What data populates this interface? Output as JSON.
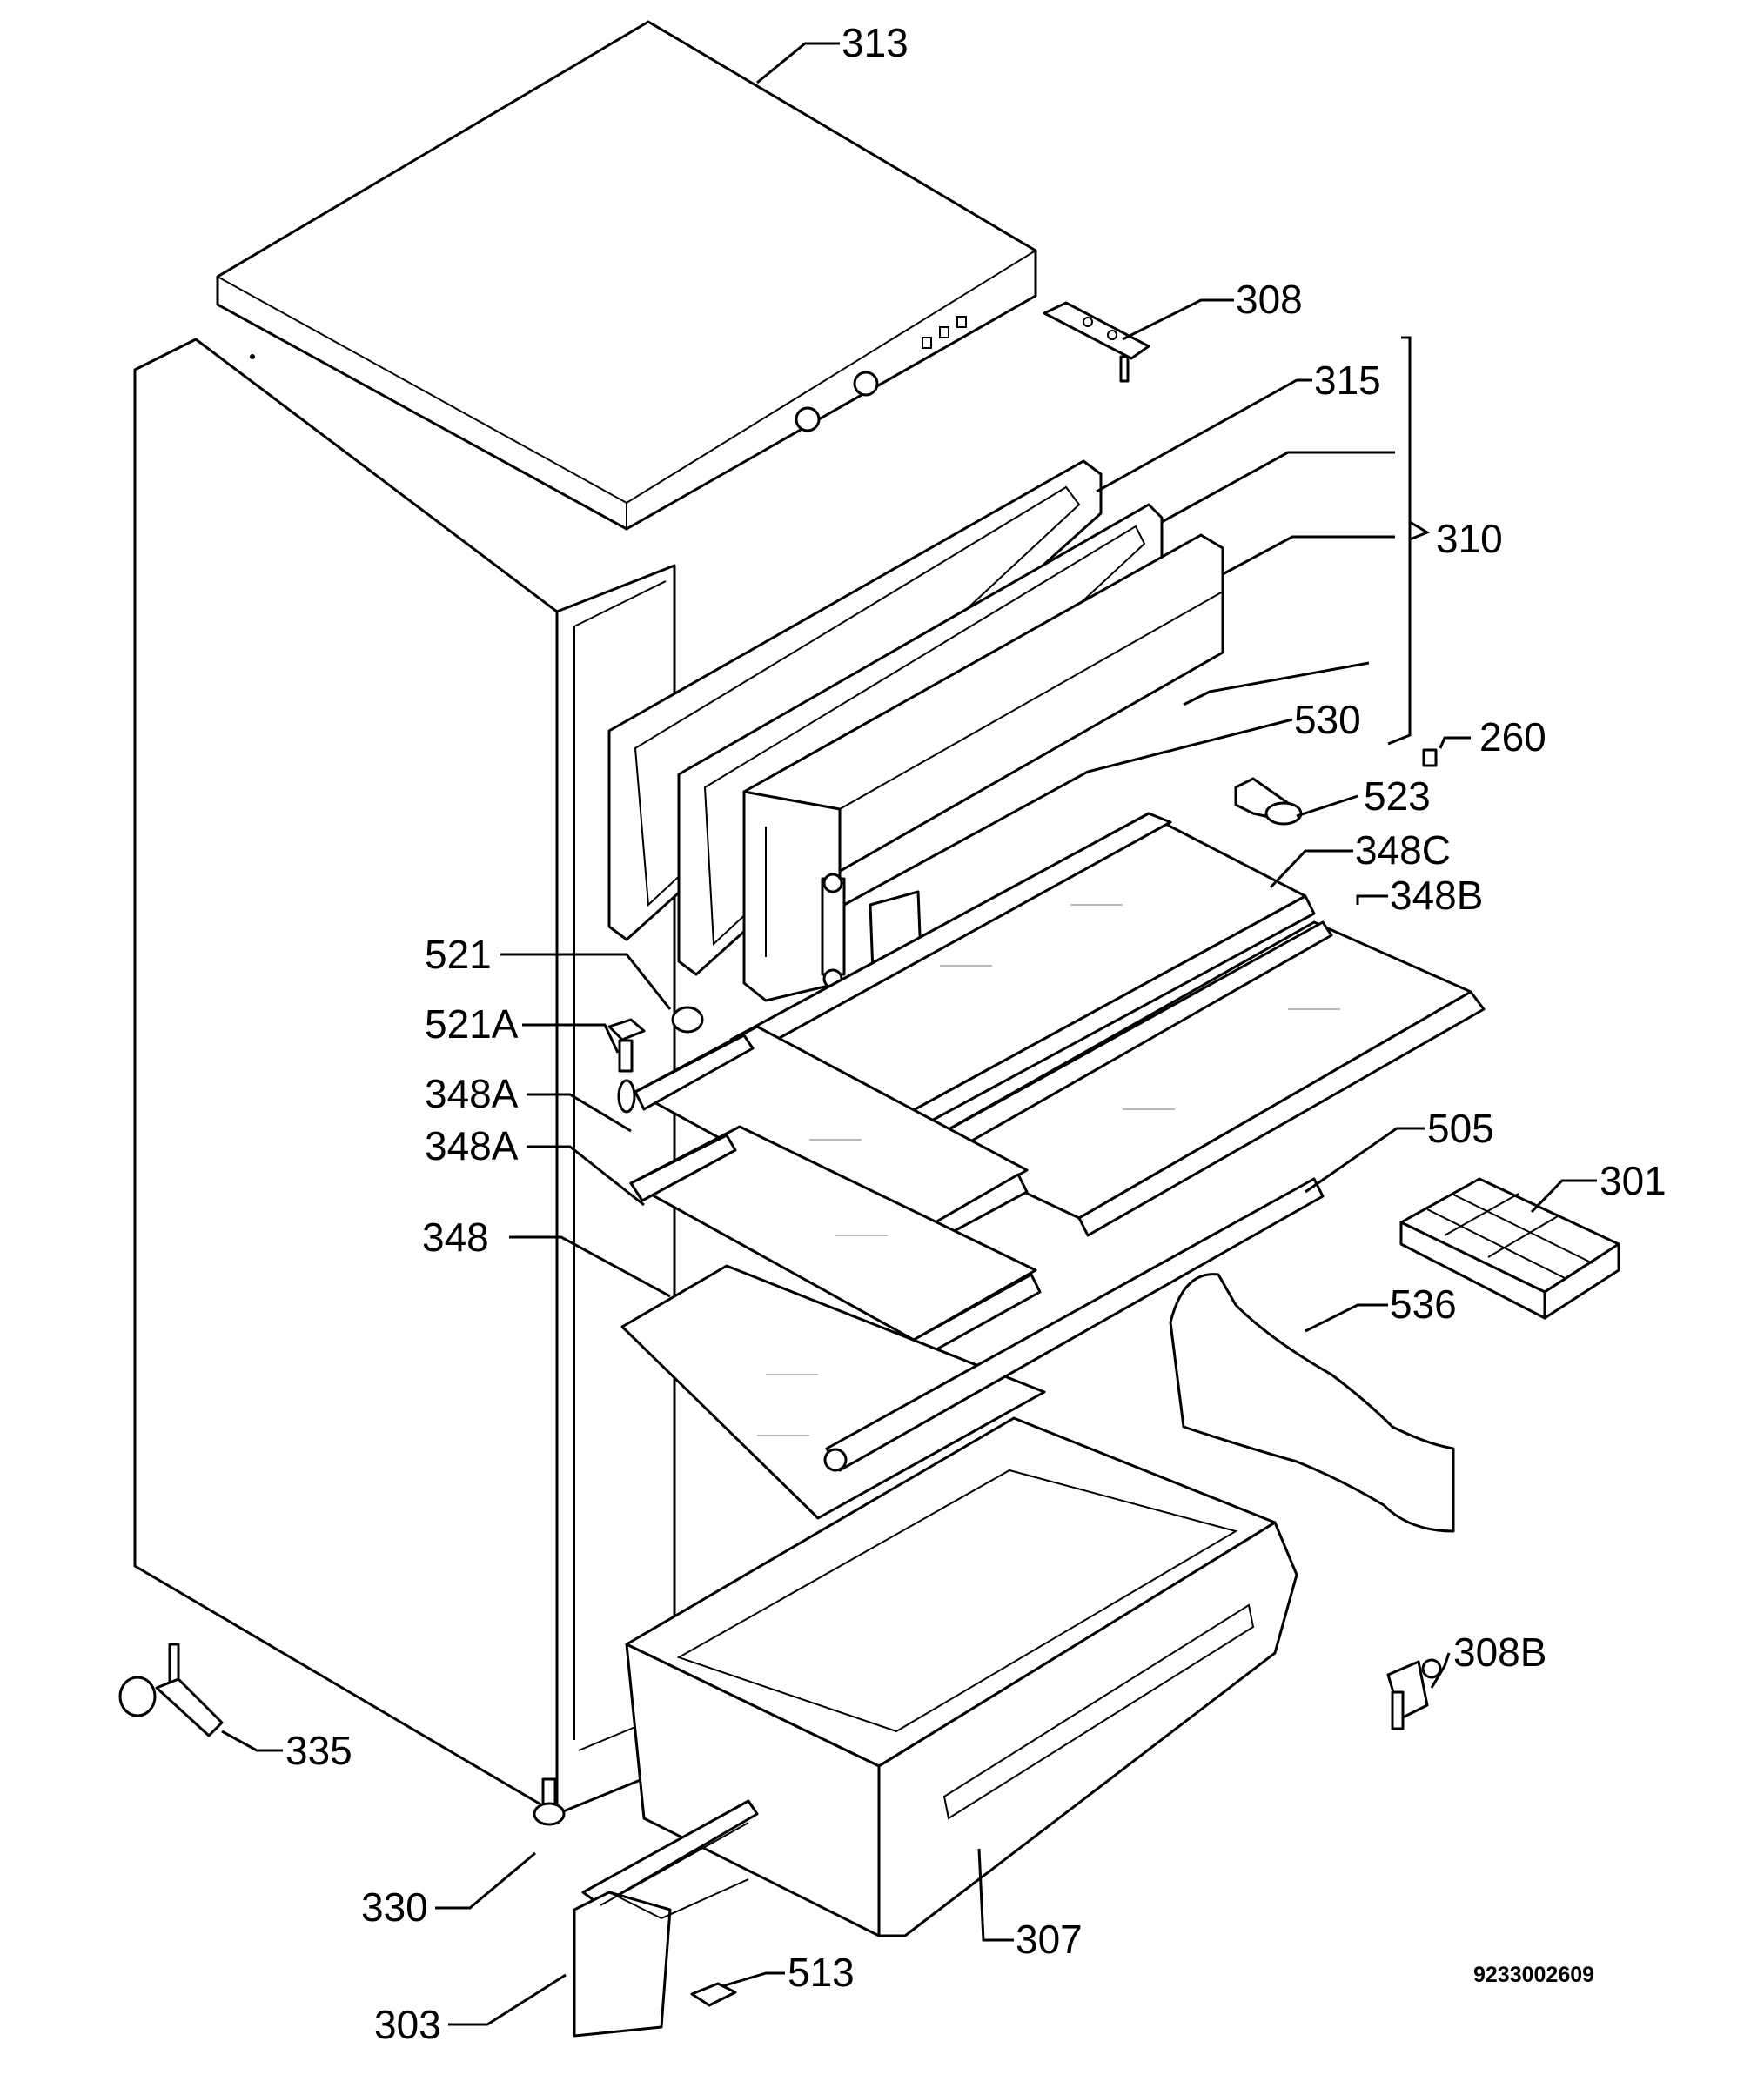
{
  "diagram": {
    "document_number": "9233002609",
    "callouts": {
      "c313": "313",
      "c308": "308",
      "c315": "315",
      "c310": "310",
      "c530": "530",
      "c260": "260",
      "c523": "523",
      "c348C": "348C",
      "c348B": "348B",
      "c521": "521",
      "c521A": "521A",
      "c348A_1": "348A",
      "c348A_2": "348A",
      "c505": "505",
      "c301": "301",
      "c348": "348",
      "c536": "536",
      "c308B": "308B",
      "c335": "335",
      "c330": "330",
      "c307": "307",
      "c513": "513",
      "c303": "303"
    }
  }
}
